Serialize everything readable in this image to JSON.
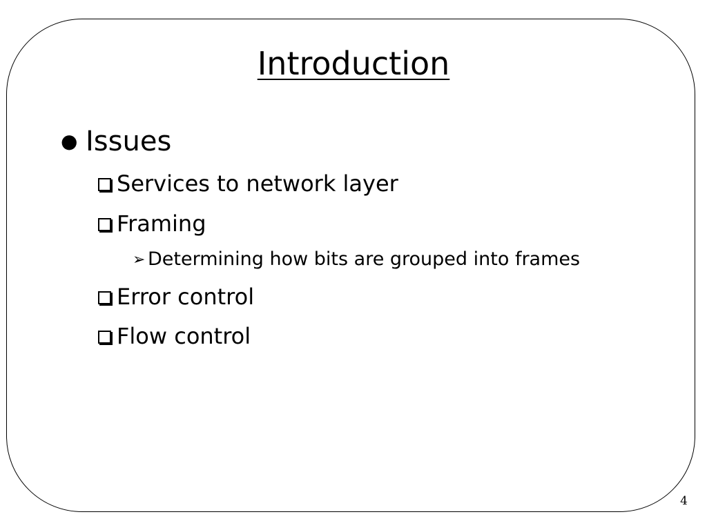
{
  "slide": {
    "title": "Introduction",
    "bullet": {
      "marker": "●",
      "text": "Issues"
    },
    "items": [
      {
        "marker": "box",
        "text": "Services to network layer"
      },
      {
        "marker": "box",
        "text": "Framing"
      },
      {
        "marker": "arrow",
        "text": "Determining how bits are grouped into frames"
      },
      {
        "marker": "box",
        "text": "Error control"
      },
      {
        "marker": "box",
        "text": "Flow control"
      }
    ],
    "page_number": "4"
  }
}
